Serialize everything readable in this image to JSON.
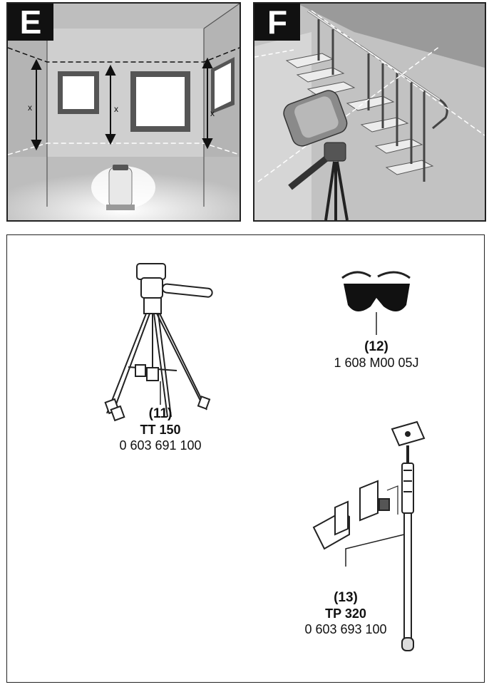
{
  "panels": {
    "e": {
      "letter": "E",
      "dimension_label": "x"
    },
    "f": {
      "letter": "F"
    }
  },
  "accessories": [
    {
      "number": "(11)",
      "model": "TT 150",
      "part_number": "0 603 691 100",
      "icon": "tripod-icon"
    },
    {
      "number": "(12)",
      "model": "",
      "part_number": "1 608 M00 05J",
      "icon": "laser-glasses-icon"
    },
    {
      "number": "(13)",
      "model": "TP 320",
      "part_number": "0 603 693 100",
      "icon": "telescopic-pole-icon"
    }
  ]
}
